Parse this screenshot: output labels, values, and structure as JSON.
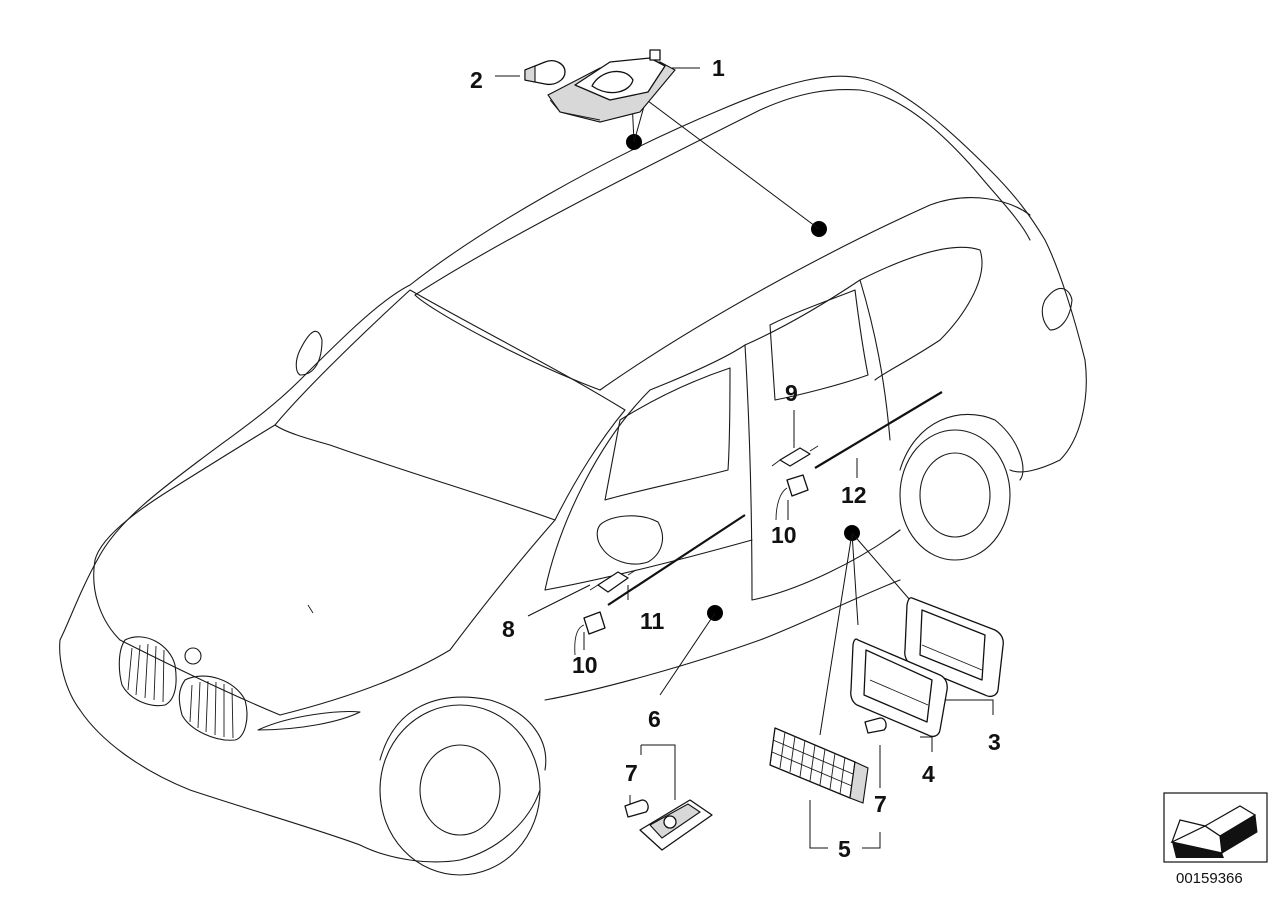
{
  "diagram": {
    "callouts": {
      "c1": "1",
      "c2": "2",
      "c3": "3",
      "c4": "4",
      "c5": "5",
      "c6": "6",
      "c7a": "7",
      "c7b": "7",
      "c8": "8",
      "c9": "9",
      "c10a": "10",
      "c10b": "10",
      "c11": "11",
      "c12": "12"
    },
    "document_id": "00159366",
    "navigation_icon": "arrow-down-left-icon"
  }
}
